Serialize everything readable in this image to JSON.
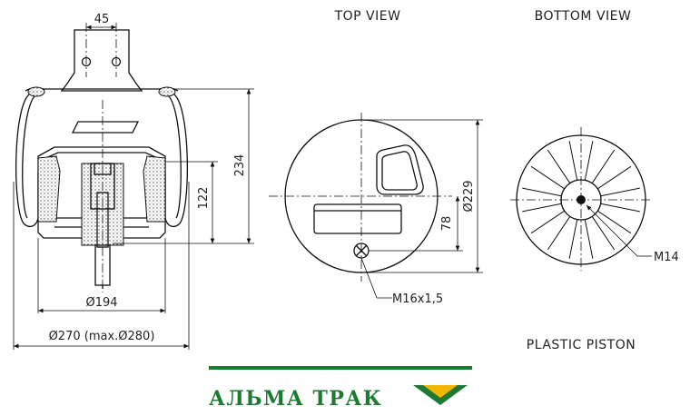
{
  "labels": {
    "top_view": "TOP VIEW",
    "bottom_view": "BOTTOM VIEW",
    "plastic_piston": "PLASTIC PISTON"
  },
  "dimensions": {
    "mount_spacing": "45",
    "height_total": "234",
    "height_piston": "122",
    "piston_dia": "Ø194",
    "outer_dia": "Ø270 (max.Ø280)",
    "plate_dia": "Ø229",
    "offset": "78",
    "thread_top": "M16x1,5",
    "thread_bottom": "M14"
  },
  "brand": {
    "name": "АЛЬМА ТРАК",
    "color": "#1c7a33",
    "logo_color": "#f2b705"
  }
}
